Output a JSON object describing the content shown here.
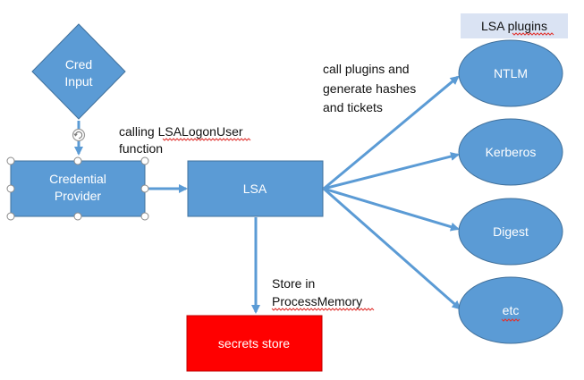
{
  "colors": {
    "node_fill": "#5b9bd5",
    "node_stroke": "#41719c",
    "arrow": "#5b9bd5",
    "secrets_fill": "#ff0000",
    "legend_bg": "#dae3f3",
    "spellcheck": "#e0322e"
  },
  "nodes": {
    "cred_input": {
      "line1": "Cred",
      "line2": "Input",
      "shape": "diamond"
    },
    "credential_provider": {
      "line1": "Credential",
      "line2": "Provider",
      "shape": "rectangle",
      "selected": true
    },
    "lsa": {
      "label": "LSA",
      "shape": "rectangle"
    },
    "secrets_store": {
      "label": "secrets store",
      "shape": "rectangle"
    }
  },
  "plugins": {
    "title": "LSA plugins",
    "items": [
      "NTLM",
      "Kerberos",
      "Digest",
      "etc"
    ]
  },
  "annotations": {
    "calling": {
      "line1": "calling LSALogonUser",
      "line2": "function"
    },
    "call_plugins": {
      "line1": "call plugins and",
      "line2": "generate hashes",
      "line3": "and tickets"
    },
    "store": {
      "line1": "Store in",
      "line2": "ProcessMemory"
    }
  },
  "icons": {
    "rotate_handle": "rotate-handle-icon",
    "resize_handle": "resize-handle-icon"
  }
}
